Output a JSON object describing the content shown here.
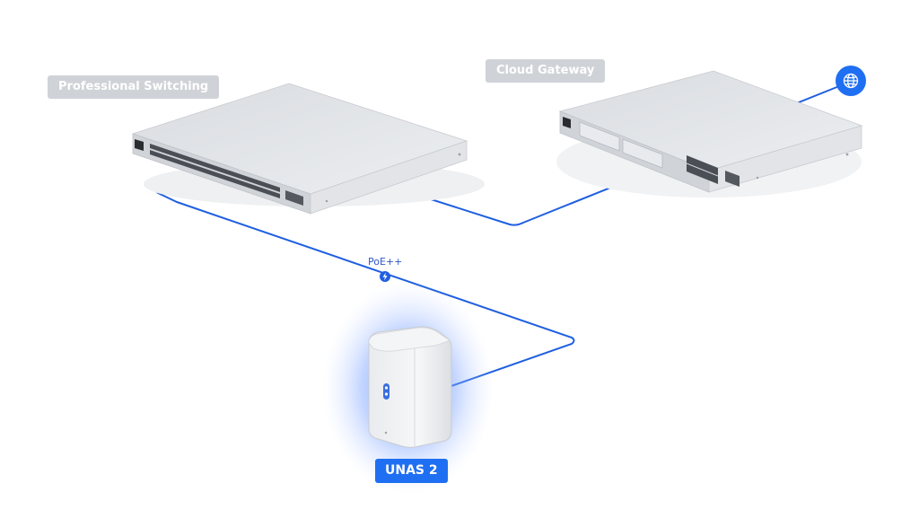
{
  "labels": {
    "switch": "Professional Switching",
    "gateway": "Cloud Gateway",
    "unas": "UNAS 2",
    "poe": "PoE++"
  },
  "colors": {
    "link": "#1f5fe0",
    "accent": "#1f6ff2",
    "tag_grey": "#cfd2d6",
    "device_top": "#e3e5e8",
    "device_front": "#d3d6da",
    "glow": "#6f9cff"
  },
  "icons": {
    "internet": "globe-icon",
    "poe": "lightning-bolt-icon"
  }
}
